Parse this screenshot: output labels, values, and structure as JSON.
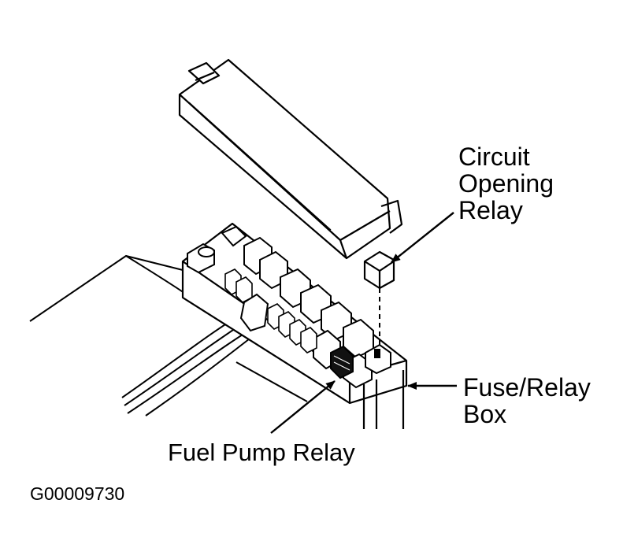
{
  "labels": {
    "circuit_opening_relay": [
      "Circuit",
      "Opening",
      "Relay"
    ],
    "fuse_relay_box": [
      "Fuse/Relay",
      "Box"
    ],
    "fuel_pump_relay": "Fuel Pump Relay",
    "figure_id": "G00009730"
  },
  "colors": {
    "ink": "#000000",
    "paper": "#ffffff"
  }
}
